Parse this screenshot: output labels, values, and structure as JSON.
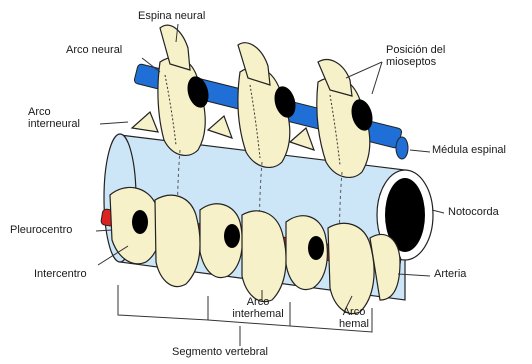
{
  "labels": {
    "espina_neural": "Espina neural",
    "arco_neural": "Arco neural",
    "posicion_mioseptos": "Posición del\nmioseptos",
    "arco_interneural": "Arco\ninterneural",
    "medula_espinal": "Médula espinal",
    "notocorda": "Notocorda",
    "pleurocentro": "Pleurocentro",
    "intercentro": "Intercentro",
    "arteria": "Arteria",
    "arco_interhemal": "Arco\ninterhemal",
    "arco_hemal": "Arco\nhemal",
    "segmento_vertebral": "Segmento vertebral"
  },
  "colors": {
    "notochord_fill": "#cde6f7",
    "notochord_core": "#000000",
    "spinal_cord": "#1f6fd6",
    "artery": "#dd2222",
    "bone": "#f6f1c8",
    "outline": "#222222"
  }
}
